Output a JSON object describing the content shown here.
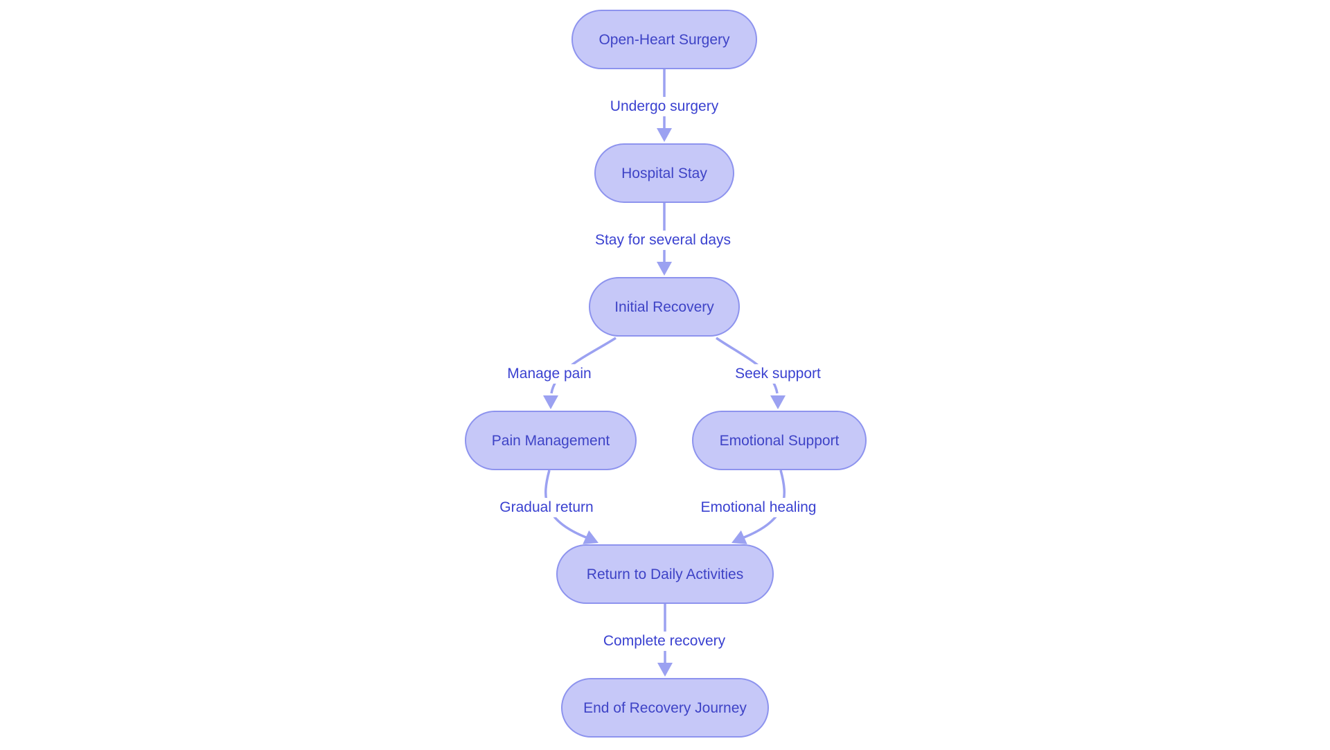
{
  "diagram": {
    "type": "flowchart",
    "direction": "top-down",
    "colors": {
      "background": "#ffffff",
      "node_fill": "#c6c8f8",
      "node_border": "#8d93ee",
      "node_text": "#3e43c6",
      "edge_line": "#9ba1f1",
      "edge_label_text": "#3a41d0"
    },
    "nodes": [
      {
        "id": "open-heart-surgery",
        "label": "Open-Heart Surgery"
      },
      {
        "id": "hospital-stay",
        "label": "Hospital Stay"
      },
      {
        "id": "initial-recovery",
        "label": "Initial Recovery"
      },
      {
        "id": "pain-management",
        "label": "Pain Management"
      },
      {
        "id": "emotional-support",
        "label": "Emotional Support"
      },
      {
        "id": "return-to-daily-activities",
        "label": "Return to Daily Activities"
      },
      {
        "id": "end-of-recovery-journey",
        "label": "End of Recovery Journey"
      }
    ],
    "edges": [
      {
        "from": "open-heart-surgery",
        "to": "hospital-stay",
        "label": "Undergo surgery"
      },
      {
        "from": "hospital-stay",
        "to": "initial-recovery",
        "label": "Stay for several days"
      },
      {
        "from": "initial-recovery",
        "to": "pain-management",
        "label": "Manage pain"
      },
      {
        "from": "initial-recovery",
        "to": "emotional-support",
        "label": "Seek support"
      },
      {
        "from": "pain-management",
        "to": "return-to-daily-activities",
        "label": "Gradual return"
      },
      {
        "from": "emotional-support",
        "to": "return-to-daily-activities",
        "label": "Emotional healing"
      },
      {
        "from": "return-to-daily-activities",
        "to": "end-of-recovery-journey",
        "label": "Complete recovery"
      }
    ]
  }
}
